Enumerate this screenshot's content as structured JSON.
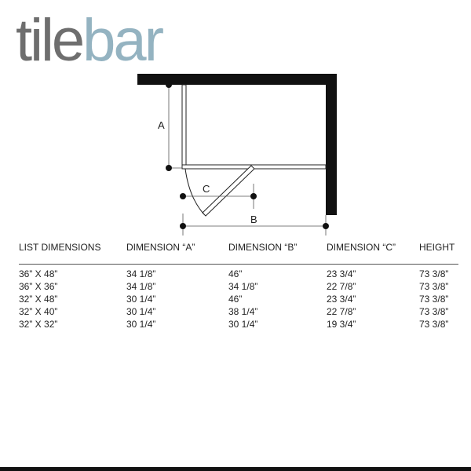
{
  "brand": {
    "logo_part1": "tile",
    "logo_part2": "bar",
    "colors": {
      "tile": "#6e6e6e",
      "bar": "#94b3c1",
      "ink": "#111111"
    }
  },
  "diagram": {
    "labels": {
      "a": "A",
      "b": "B",
      "c": "C"
    }
  },
  "table": {
    "headers": [
      "LIST DIMENSIONS",
      "DIMENSION “A”",
      "DIMENSION “B”",
      "DIMENSION “C”",
      "HEIGHT"
    ],
    "rows": [
      [
        "36” X 48”",
        "34 1/8”",
        "46”",
        "23 3/4”",
        "73 3/8”"
      ],
      [
        "36” X 36”",
        "34 1/8”",
        "34 1/8”",
        "22 7/8”",
        "73 3/8”"
      ],
      [
        "32” X 48”",
        "30 1/4”",
        "46”",
        "23 3/4”",
        "73 3/8”"
      ],
      [
        "32” X 40”",
        "30 1/4”",
        "38 1/4”",
        "22 7/8”",
        "73 3/8”"
      ],
      [
        "32” X 32”",
        "30 1/4”",
        "30 1/4”",
        "19 3/4”",
        "73 3/8”"
      ]
    ]
  }
}
